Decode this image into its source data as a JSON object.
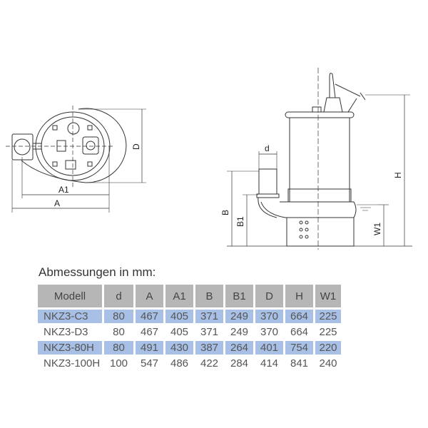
{
  "drawing": {
    "top_view_labels": {
      "A": "A",
      "A1": "A1",
      "D": "D"
    },
    "side_view_labels": {
      "d": "d",
      "B": "B",
      "B1": "B1",
      "H": "H",
      "W1": "W1"
    }
  },
  "table": {
    "title": "Abmessungen in mm:",
    "headers": [
      "Modell",
      "d",
      "A",
      "A1",
      "B",
      "B1",
      "D",
      "H",
      "W1"
    ],
    "rows": [
      [
        "NKZ3-C3",
        "80",
        "467",
        "405",
        "371",
        "249",
        "370",
        "664",
        "225"
      ],
      [
        "NKZ3-D3",
        "80",
        "467",
        "405",
        "371",
        "249",
        "370",
        "664",
        "225"
      ],
      [
        "NKZ3-80H",
        "80",
        "491",
        "430",
        "387",
        "264",
        "401",
        "754",
        "220"
      ],
      [
        "NKZ3-100H",
        "100",
        "547",
        "486",
        "422",
        "284",
        "414",
        "841",
        "240"
      ]
    ],
    "highlight_color": "#a9c0e6",
    "header_color": "#b6b6b6"
  }
}
